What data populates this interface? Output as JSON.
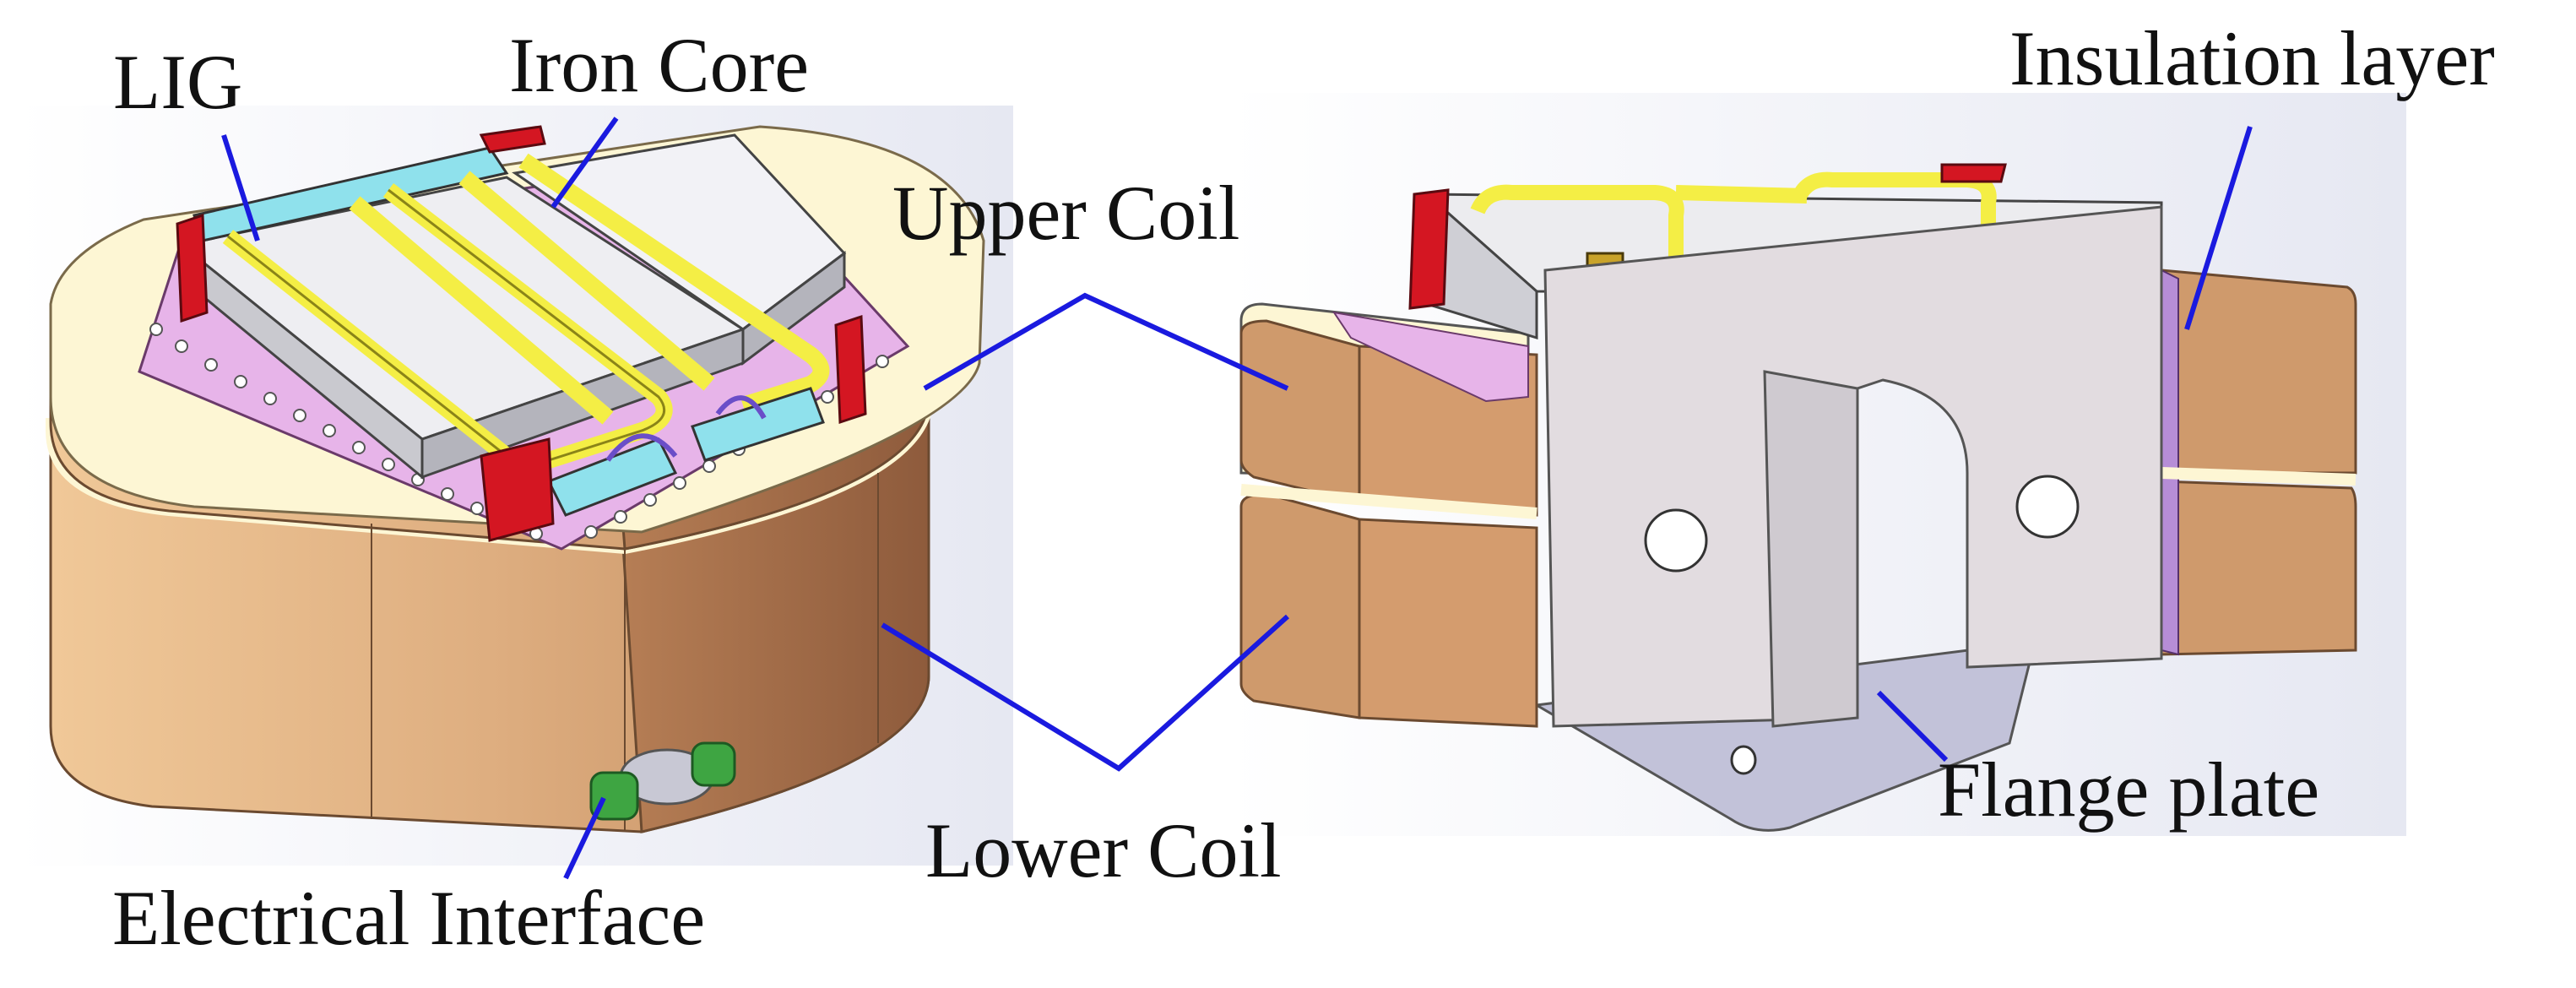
{
  "labels": {
    "lig": "LIG",
    "iron_core": "Iron Core",
    "upper_coil": "Upper Coil",
    "lower_coil": "Lower Coil",
    "electrical_interface": "Electrical Interface",
    "insulation_layer": "Insulation layer",
    "flange_plate": "Flange plate"
  },
  "colors": {
    "leader_line": "#1a1adf",
    "coil_light": "#e2b486",
    "coil_dark": "#a9714c",
    "coil_cap": "#fdf6d4",
    "insulation_sheet": "#e7b4e9",
    "lig_band": "#8fe1ec",
    "winding": "#f4ee45",
    "core": "#d9d7da",
    "clamp": "#d41622",
    "connector": "#3ea542",
    "flange": "#c2c2d9",
    "bracket": "#e2dce0"
  }
}
